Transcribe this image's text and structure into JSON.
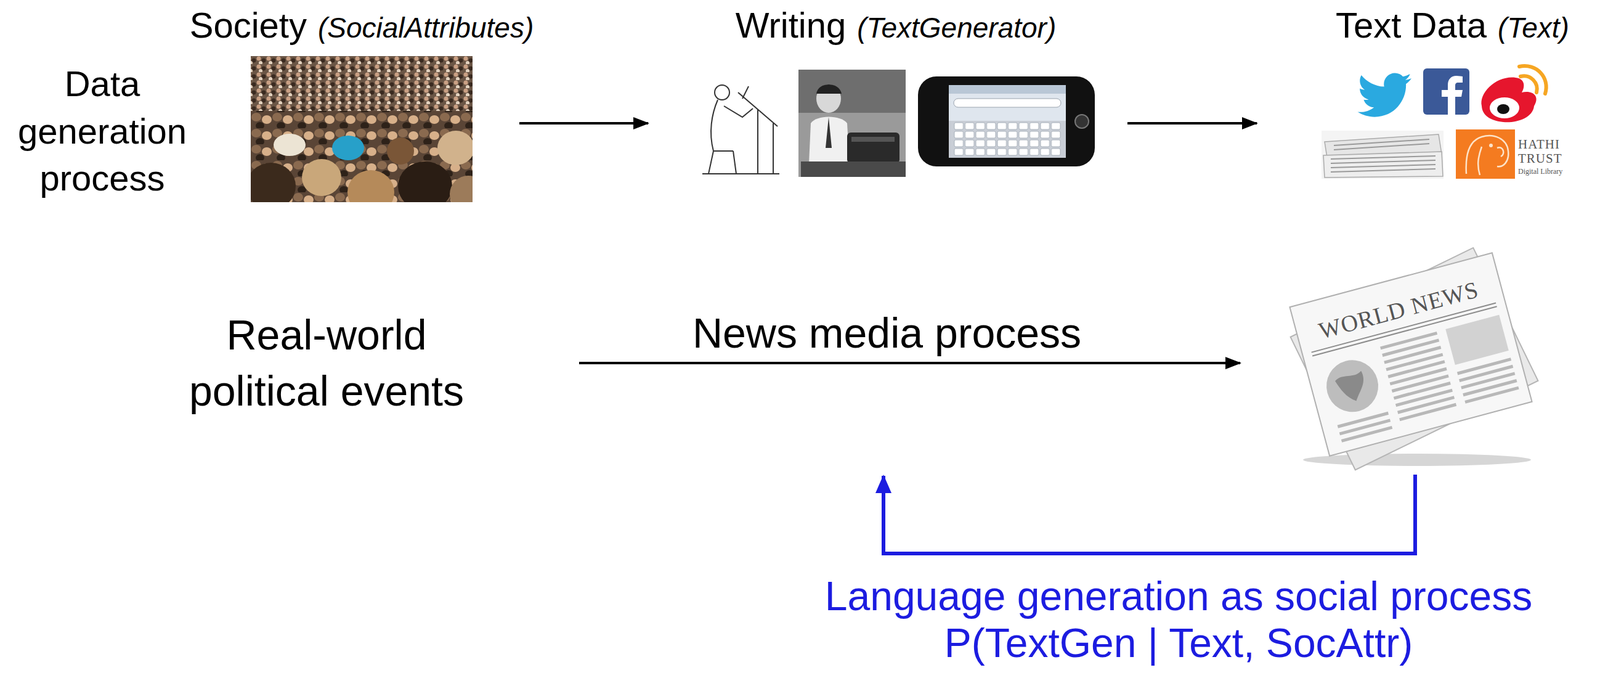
{
  "diagram": {
    "nodes": [
      {
        "text": [
          "Society",
          "(SocialAttributes)"
        ]
      },
      {
        "text": [
          "Writing",
          "(TextGenerator)"
        ]
      },
      {
        "text": [
          "Text Data",
          "(Text)"
        ]
      },
      {
        "text": [
          "Real-world political events"
        ]
      },
      {
        "text": [
          "WORLD NEWS"
        ]
      }
    ],
    "edges": [
      {
        "from": 0,
        "to": 1,
        "arrow": "to"
      },
      {
        "from": 1,
        "to": 2,
        "arrow": "to"
      },
      {
        "from": 3,
        "to": 4,
        "label": "News media process",
        "arrow": "to"
      }
    ],
    "labels": [
      "Data generation process",
      "HATHI",
      "TRUST",
      "Digital Library",
      "Language generation as social process",
      "P(TextGen | Text, SocAttr)"
    ]
  }
}
